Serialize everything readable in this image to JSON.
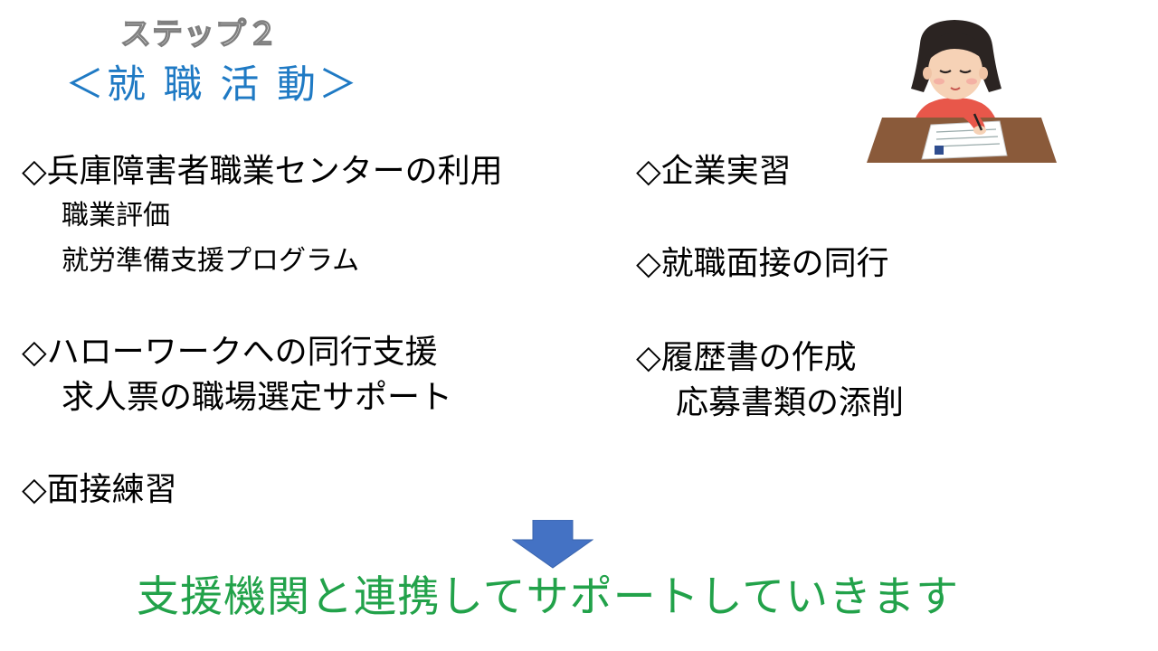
{
  "header": {
    "step_label": "ステップ２",
    "title": "＜就 職 活 動＞"
  },
  "left_items": {
    "hyogo": {
      "title": "◇兵庫障害者職業センターの利用",
      "sub1": "職業評価",
      "sub2": "就労準備支援プログラム"
    },
    "hellowork": {
      "title": "◇ハローワークへの同行支援",
      "sub1": "求人票の職場選定サポート"
    },
    "interview_practice": {
      "title": "◇面接練習"
    }
  },
  "right_items": {
    "internship": {
      "title": "◇企業実習"
    },
    "interview_accompany": {
      "title": "◇就職面接の同行"
    },
    "resume": {
      "title": "◇履歴書の作成",
      "sub1": "応募書類の添削"
    }
  },
  "conclusion": "支援機関と連携してサポートしていきます",
  "colors": {
    "heading": "#1f7ac4",
    "conclusion": "#22a24a",
    "arrow": "#4472c4"
  },
  "icons": {
    "illustration": "woman-writing-document-illustration",
    "arrow": "down-arrow-icon"
  }
}
